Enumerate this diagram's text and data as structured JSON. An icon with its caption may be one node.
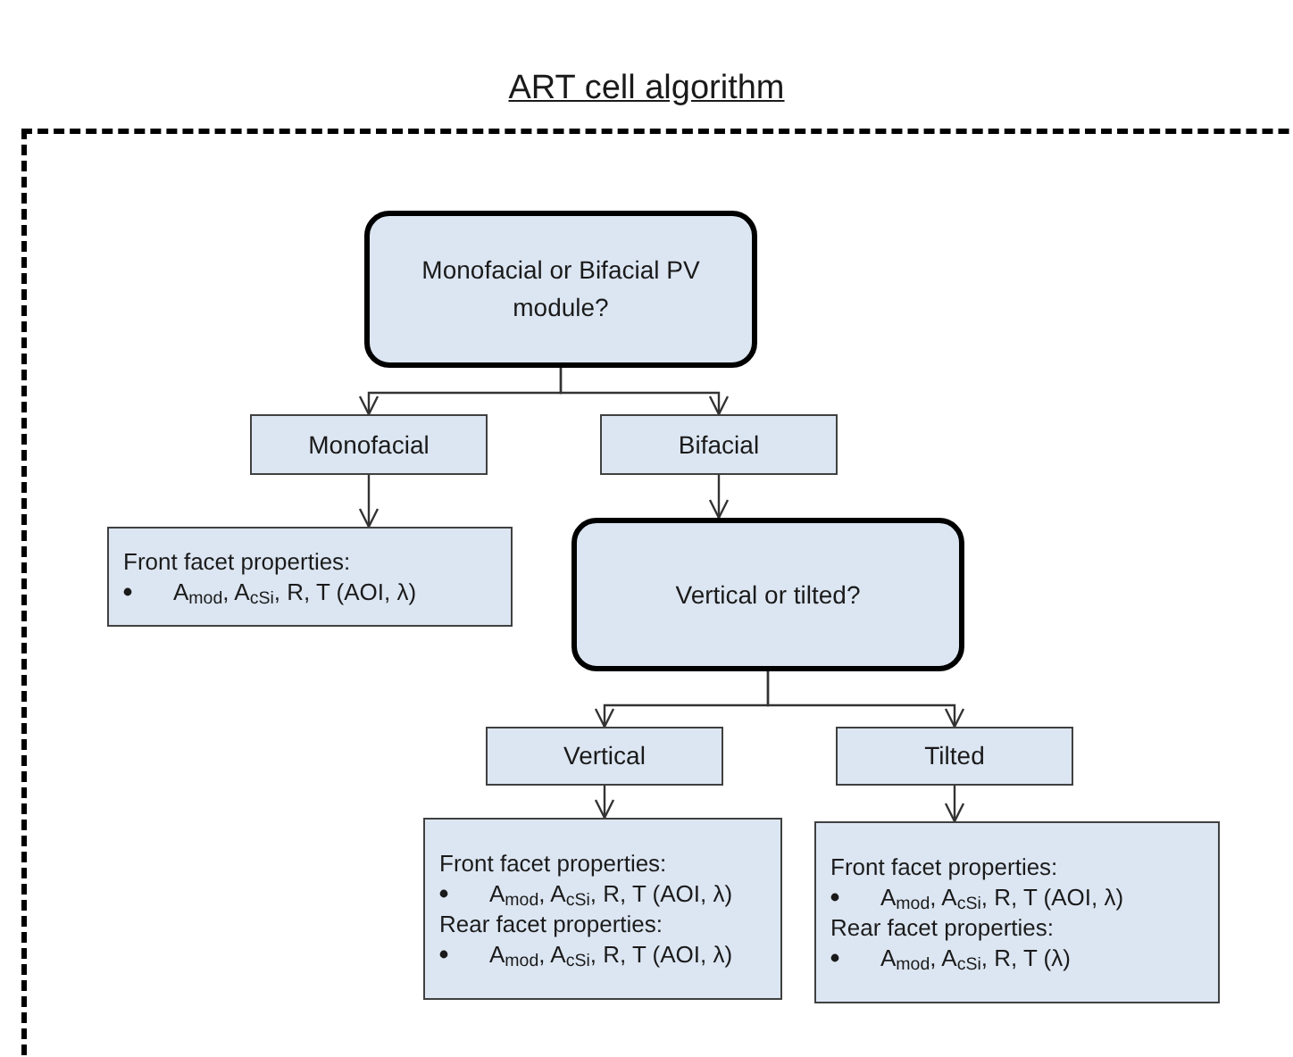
{
  "diagram": {
    "title": "ART cell algorithm",
    "nodes": [
      {
        "text": [
          "Monofacial or Bifacial PV module?"
        ]
      },
      {
        "text": [
          "Monofacial"
        ]
      },
      {
        "text": [
          "Bifacial"
        ]
      },
      {
        "text": [
          "Front facet properties:",
          "A$_{mod}$, A$_{cSi}$, R, T (AOI, λ)"
        ]
      },
      {
        "text": [
          "Vertical or tilted?"
        ]
      },
      {
        "text": [
          "Vertical"
        ]
      },
      {
        "text": [
          "Tilted"
        ]
      },
      {
        "text": [
          "Front facet properties:",
          "A$_{mod}$, A$_{cSi}$, R, T (AOI, λ)",
          "Rear facet properties:",
          "A$_{mod}$, A$_{cSi}$, R, T (AOI, λ)"
        ]
      },
      {
        "text": [
          "Front facet properties:",
          "A$_{mod}$, A$_{cSi}$, R, T (AOI, λ)",
          "Rear facet properties:",
          "A$_{mod}$, A$_{cSi}$, R, T (λ)"
        ]
      }
    ],
    "edges": [
      {
        "from": 0,
        "to": 1,
        "arrow": "to"
      },
      {
        "from": 0,
        "to": 2,
        "arrow": "to"
      },
      {
        "from": 1,
        "to": 3,
        "arrow": "to"
      },
      {
        "from": 2,
        "to": 4,
        "arrow": "to"
      },
      {
        "from": 4,
        "to": 5,
        "arrow": "to"
      },
      {
        "from": 4,
        "to": 6,
        "arrow": "to"
      },
      {
        "from": 5,
        "to": 7,
        "arrow": "to"
      },
      {
        "from": 6,
        "to": 8,
        "arrow": "to"
      }
    ]
  }
}
